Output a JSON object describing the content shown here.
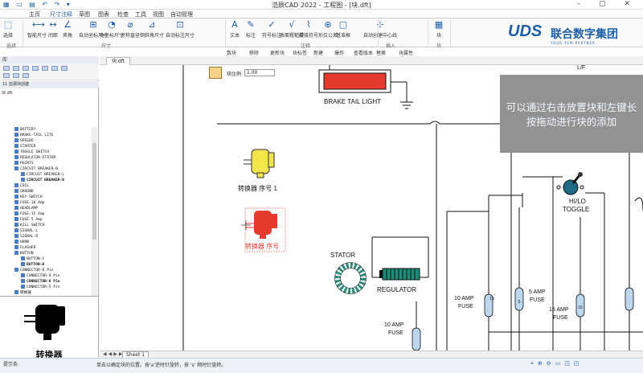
{
  "window": {
    "title": "浩辰CAD 2022 - 工程图 - [块.dft]"
  },
  "menu": {
    "items": [
      "主页",
      "尺寸注释",
      "草图",
      "图表",
      "检查",
      "工具",
      "视图",
      "自动管理"
    ],
    "active_index": 1
  },
  "ribbon": {
    "buttons": [
      "选择",
      "智能尺寸",
      "间距",
      "夹角",
      "自动坐标尺寸",
      "角坐标尺寸",
      "对称直径",
      "倒斜角尺寸",
      "自动标注尺寸",
      "文本",
      "标注",
      "符号标注",
      "表面粗糙度",
      "焊接符号",
      "形位公差",
      "基准框",
      "自动创建中心线",
      "块"
    ],
    "groups": [
      "选择",
      "尺寸",
      "注释",
      "插入",
      "块"
    ]
  },
  "logo": {
    "brand": "UDS",
    "company": "联合数字集团",
    "tagline": "YOUR PLM PARTNER"
  },
  "toolbar2": {
    "items": [
      "数块",
      "移除",
      "更新块",
      "块标签",
      "新建",
      "爆炸",
      "查看版本",
      "替换",
      "块属性"
    ]
  },
  "left_panel": {
    "header": "库",
    "selected_item": "11 剪源块创建",
    "file_label": "块.dft",
    "tree": [
      {
        "label": "BATTERY",
        "bold": false,
        "indent": 0
      },
      {
        "label": "BRAKE-TAIL LITE",
        "bold": false,
        "indent": 0
      },
      {
        "label": "SPEEDO",
        "bold": false,
        "indent": 0
      },
      {
        "label": "STARTER",
        "bold": false,
        "indent": 0
      },
      {
        "label": "TOGGLE SWITCH",
        "bold": false,
        "indent": 0
      },
      {
        "label": "REGULATOR-STATOR",
        "bold": false,
        "indent": 0
      },
      {
        "label": "POINTS",
        "bold": false,
        "indent": 0
      },
      {
        "label": "CIRCUIT BREAKER-B",
        "bold": false,
        "indent": 0
      },
      {
        "label": "CIRCUIT BREAKER-L",
        "bold": false,
        "indent": 1
      },
      {
        "label": "CIRCUIT BREAKER-B",
        "bold": true,
        "indent": 1
      },
      {
        "label": "COIL",
        "bold": false,
        "indent": 0
      },
      {
        "label": "GROUND",
        "bold": false,
        "indent": 0
      },
      {
        "label": "KEY SWITCH",
        "bold": false,
        "indent": 0
      },
      {
        "label": "FUSE-10 Amp",
        "bold": false,
        "indent": 0
      },
      {
        "label": "HEADLAMP",
        "bold": false,
        "indent": 0
      },
      {
        "label": "FUSE-15 Amp",
        "bold": false,
        "indent": 0
      },
      {
        "label": "FUSE-5 Amp",
        "bold": false,
        "indent": 0
      },
      {
        "label": "KILL SWITCH",
        "bold": false,
        "indent": 0
      },
      {
        "label": "SIGNAL-L",
        "bold": false,
        "indent": 0
      },
      {
        "label": "SIGNAL-R",
        "bold": false,
        "indent": 0
      },
      {
        "label": "HORN",
        "bold": false,
        "indent": 0
      },
      {
        "label": "FLASHER",
        "bold": false,
        "indent": 0
      },
      {
        "label": "BUTTON",
        "bold": false,
        "indent": 0
      },
      {
        "label": "BUTTON-Y",
        "bold": false,
        "indent": 1
      },
      {
        "label": "BUTTON-B",
        "bold": true,
        "indent": 1
      },
      {
        "label": "CONNECTOR-6 Pin",
        "bold": false,
        "indent": 0
      },
      {
        "label": "CONNECTOR-4 Pin",
        "bold": false,
        "indent": 1
      },
      {
        "label": "CONNECTOR-6 Pin",
        "bold": true,
        "indent": 1
      },
      {
        "label": "CONNECTOR-5 Pin",
        "bold": false,
        "indent": 1
      },
      {
        "label": "转换器",
        "bold": false,
        "indent": 0
      }
    ],
    "preview_label": "转换器"
  },
  "tabs": {
    "doc": "块.dft"
  },
  "block_scale": {
    "label": "块比例",
    "value": "1.00"
  },
  "drawing": {
    "brake": "BRAKE TAIL LIGHT",
    "conv1": "转换器 序号 1",
    "conv2": "转换器 序号",
    "stator": "STATOR",
    "regulator": "REGULATOR",
    "hilo": "HI/LO",
    "toggle": "TOGGLE",
    "fuse_10a": "10 AMP",
    "fuse_5": "5 AMP",
    "fuse_15": "15 AMP",
    "fuse_10b": "10 AMP",
    "fuse_word": "FUSE",
    "lf": "L/F"
  },
  "tooltip": {
    "line1": "可以通过右击放置块和左键长",
    "line2": "按拖动进行块的添加"
  },
  "sheet": {
    "tab": "Sheet 1"
  },
  "status": {
    "left": "提示条",
    "prompt": "单击以确定块的位置。按'a'逆时针旋转，按 's' 顺时针旋转。"
  },
  "colors": {
    "accent": "#1e5fa8",
    "red": "#e53a2e",
    "yellow": "#f3e54c",
    "fuse": "#bcd7ee"
  }
}
